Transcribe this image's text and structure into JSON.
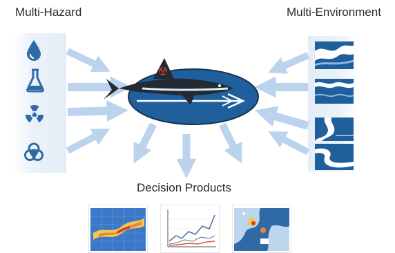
{
  "titles": {
    "hazard": "Multi-Hazard",
    "environment": "Multi-Environment",
    "products": "Decision Products"
  },
  "hazards": [
    {
      "icon": "water-drop-icon"
    },
    {
      "icon": "chemical-flask-icon"
    },
    {
      "icon": "radiation-icon"
    },
    {
      "icon": "biohazard-icon"
    }
  ],
  "environments": [
    {
      "icon": "river-terrain-icon"
    },
    {
      "icon": "ocean-wave-icon"
    },
    {
      "icon": "coastal-stream-icon"
    },
    {
      "icon": "winding-river-icon"
    }
  ],
  "products": [
    {
      "icon": "plume-heatmap-icon"
    },
    {
      "icon": "line-chart-icon"
    },
    {
      "icon": "geographic-map-icon"
    }
  ],
  "colors": {
    "icon_blue": "#2f6aa6",
    "arrow_blue": "#bcd3ee",
    "ellipse_fill": "#1f5f9c",
    "shark_dark": "#222a33",
    "biohazard_red": "#c0392b"
  }
}
